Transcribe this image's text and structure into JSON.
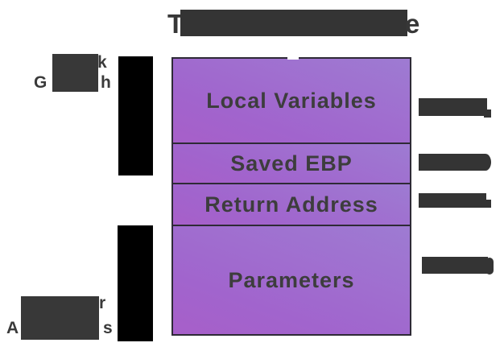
{
  "title": {
    "visible_start": "T",
    "visible_end": "e",
    "redacted": true
  },
  "left_labels": {
    "stack_growth": {
      "line1_visible_end": "k",
      "line2_visible_start": "G",
      "line2_visible_end": "h",
      "redacted": true
    },
    "higher_addresses": {
      "line1_visible_end": "r",
      "line2_visible_start": "A",
      "line2_visible_end": "s",
      "redacted": true
    }
  },
  "stack": {
    "rows": [
      {
        "label": "Local Variables"
      },
      {
        "label": "Saved EBP"
      },
      {
        "label": "Return Address"
      },
      {
        "label": "Parameters"
      }
    ]
  },
  "right_labels": [
    {
      "state": "redacted"
    },
    {
      "state": "redacted"
    },
    {
      "state": "redacted"
    },
    {
      "state": "redacted"
    }
  ],
  "colors": {
    "purple_gradient_top": "#9e7bd2",
    "purple_gradient_bottom": "#a75fc9",
    "box_border": "#2e2a36",
    "text_dark": "#3a3a3a",
    "redaction_gray": "#343434",
    "redaction_black": "#000000"
  }
}
